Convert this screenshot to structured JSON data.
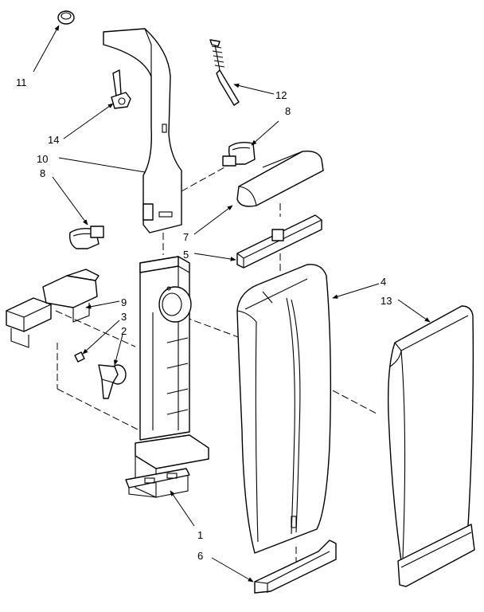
{
  "callouts": {
    "c1": "1",
    "c2": "2",
    "c3": "3",
    "c4": "4",
    "c5": "5",
    "c6": "6",
    "c7": "7",
    "c8a": "8",
    "c8b": "8",
    "c9": "9",
    "c10": "10",
    "c11": "11",
    "c12": "12",
    "c13": "13",
    "c14": "14"
  }
}
